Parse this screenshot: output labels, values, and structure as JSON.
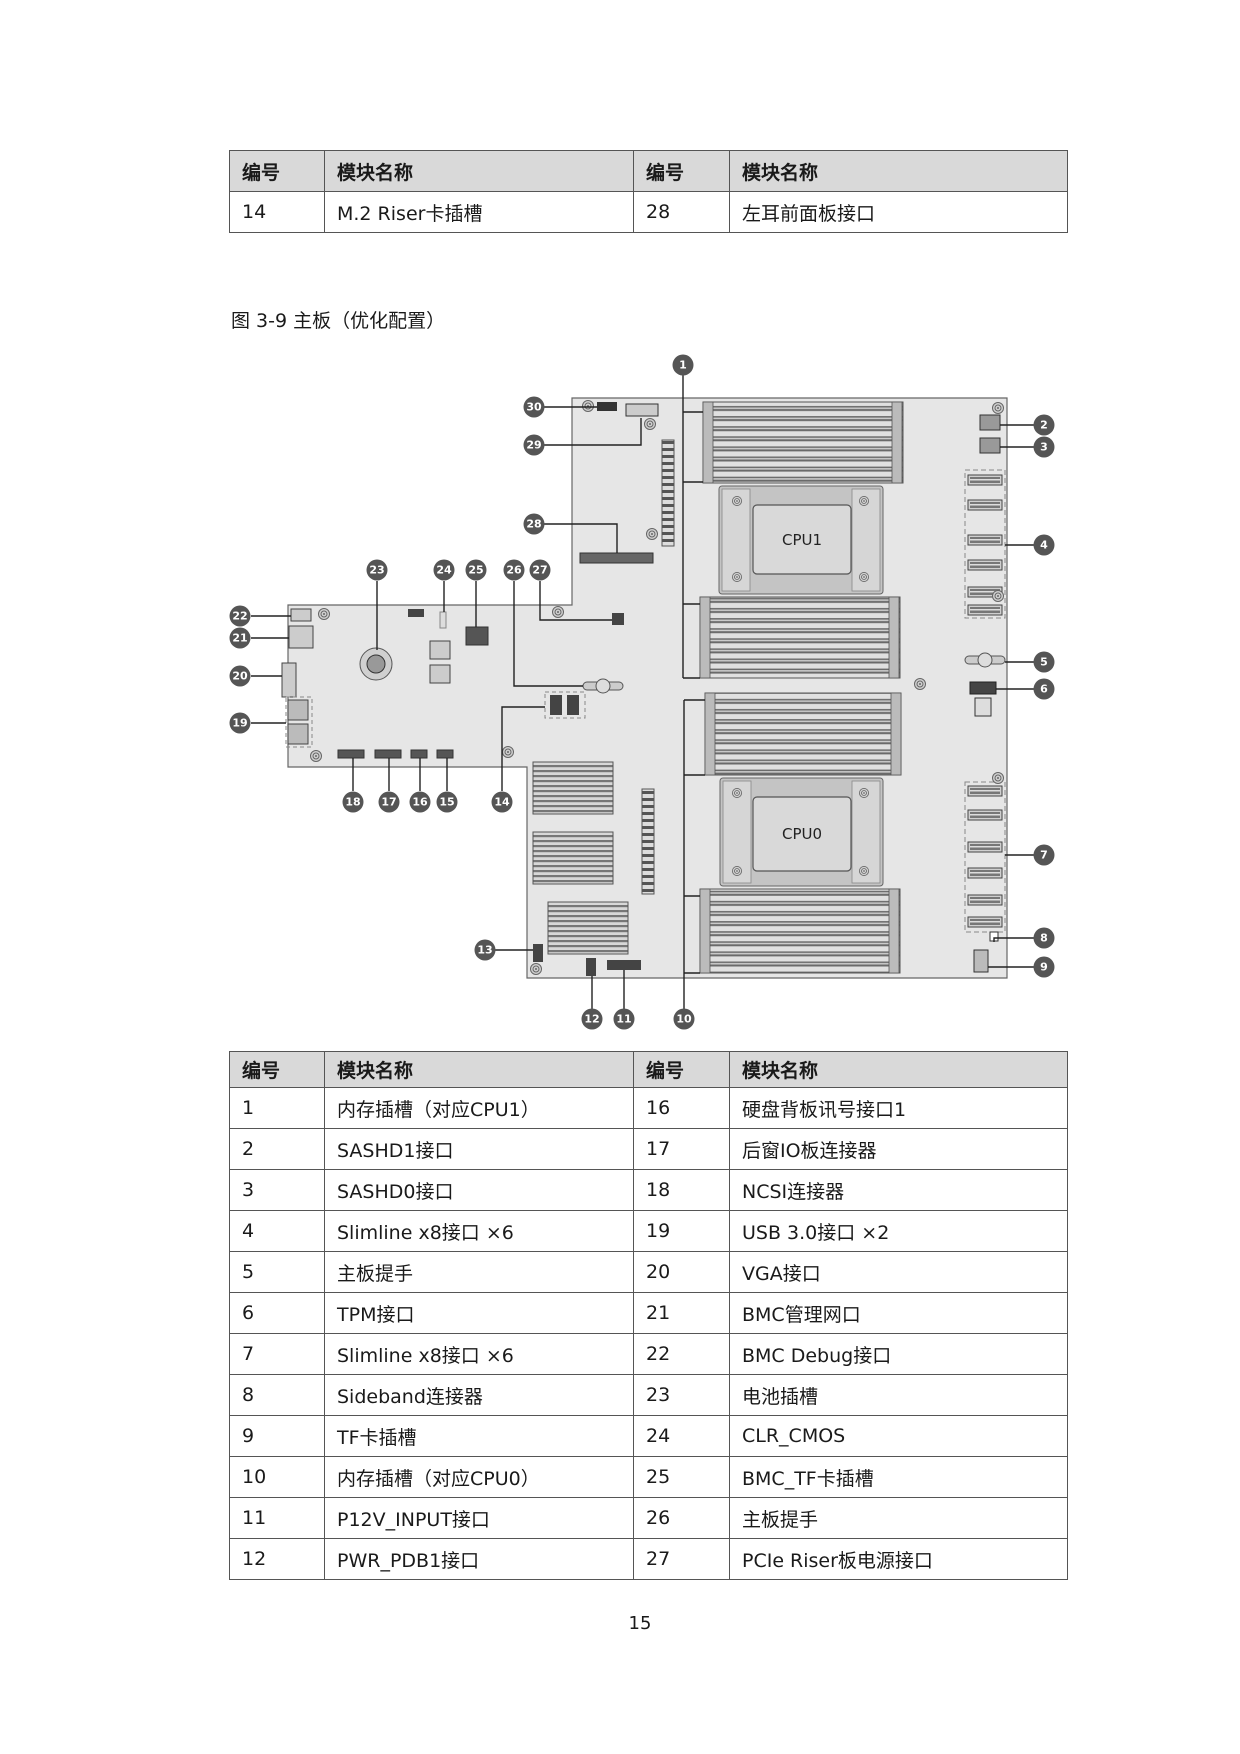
{
  "top_table": {
    "headers": [
      "编号",
      "模块名称",
      "编号",
      "模块名称"
    ],
    "rows": [
      {
        "no_a": "14",
        "name_a": "M.2 Riser卡插槽",
        "no_b": "28",
        "name_b": "左耳前面板接口"
      }
    ]
  },
  "figure": {
    "caption": "图 3-9  主板（优化配置）",
    "board_color": "#e6e6e6",
    "callout_color": "#555555",
    "cpu_labels": {
      "upper": "CPU1",
      "lower": "CPU0"
    },
    "callouts": [
      "1",
      "2",
      "3",
      "4",
      "5",
      "6",
      "7",
      "8",
      "9",
      "10",
      "11",
      "12",
      "13",
      "14",
      "15",
      "16",
      "17",
      "18",
      "19",
      "20",
      "21",
      "22",
      "23",
      "24",
      "25",
      "26",
      "27",
      "28",
      "29",
      "30"
    ]
  },
  "main_table": {
    "headers": [
      "编号",
      "模块名称",
      "编号",
      "模块名称"
    ],
    "rows": [
      {
        "no_a": "1",
        "name_a": "内存插槽（对应CPU1）",
        "no_b": "16",
        "name_b": "硬盘背板讯号接口1"
      },
      {
        "no_a": "2",
        "name_a": "SASHD1接口",
        "no_b": "17",
        "name_b": "后窗IO板连接器"
      },
      {
        "no_a": "3",
        "name_a": "SASHD0接口",
        "no_b": "18",
        "name_b": "NCSI连接器"
      },
      {
        "no_a": "4",
        "name_a": "Slimline x8接口 ×6",
        "no_b": "19",
        "name_b": "USB 3.0接口 ×2"
      },
      {
        "no_a": "5",
        "name_a": "主板提手",
        "no_b": "20",
        "name_b": "VGA接口"
      },
      {
        "no_a": "6",
        "name_a": "TPM接口",
        "no_b": "21",
        "name_b": "BMC管理网口"
      },
      {
        "no_a": "7",
        "name_a": "Slimline x8接口 ×6",
        "no_b": "22",
        "name_b": "BMC Debug接口"
      },
      {
        "no_a": "8",
        "name_a": "Sideband连接器",
        "no_b": "23",
        "name_b": "电池插槽"
      },
      {
        "no_a": "9",
        "name_a": "TF卡插槽",
        "no_b": "24",
        "name_b": "CLR_CMOS"
      },
      {
        "no_a": "10",
        "name_a": "内存插槽（对应CPU0）",
        "no_b": "25",
        "name_b": "BMC_TF卡插槽"
      },
      {
        "no_a": "11",
        "name_a": "P12V_INPUT接口",
        "no_b": "26",
        "name_b": "主板提手"
      },
      {
        "no_a": "12",
        "name_a": "PWR_PDB1接口",
        "no_b": "27",
        "name_b": "PCIe Riser板电源接口"
      }
    ]
  },
  "page_number": "15"
}
